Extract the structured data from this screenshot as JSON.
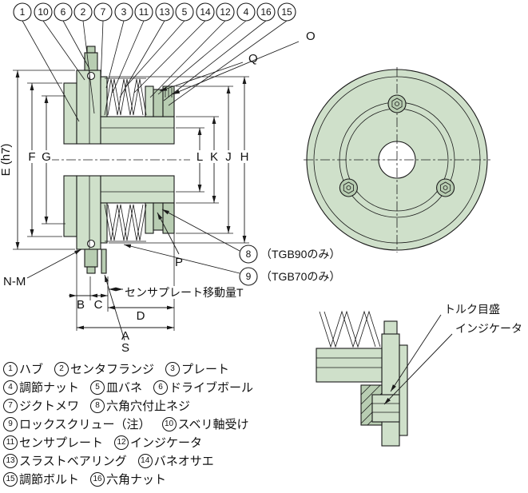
{
  "callouts": {
    "top": [
      "1",
      "10",
      "6",
      "2",
      "7",
      "3",
      "11",
      "13",
      "5",
      "14",
      "12",
      "4",
      "16",
      "15"
    ]
  },
  "dims": {
    "E": "E (h7)",
    "F": "F",
    "G": "G",
    "L": "L",
    "K": "K",
    "J": "J",
    "H": "H",
    "O": "O",
    "Q": "Q",
    "P": "P",
    "NM": "N-M",
    "B": "B",
    "C": "C",
    "D": "D",
    "A": "A",
    "S": "S",
    "T": "センサプレート移動量T"
  },
  "notes": {
    "n8_num": "8",
    "n8_text": "（TGB90のみ）",
    "n9_num": "9",
    "n9_text": "（TGB70のみ）"
  },
  "detail": {
    "torque_scale": "トルク目盛",
    "indicator": "インジケータ"
  },
  "legend": {
    "items": [
      {
        "num": "1",
        "label": "ハブ"
      },
      {
        "num": "2",
        "label": "センタフランジ"
      },
      {
        "num": "3",
        "label": "プレート"
      },
      {
        "num": "4",
        "label": "調節ナット"
      },
      {
        "num": "5",
        "label": "皿バネ"
      },
      {
        "num": "6",
        "label": "ドライブボール"
      },
      {
        "num": "7",
        "label": "ジクトメワ"
      },
      {
        "num": "8",
        "label": "六角穴付止ネジ"
      },
      {
        "num": "9",
        "label": "ロックスクリュー（注）"
      },
      {
        "num": "10",
        "label": "スベリ軸受け"
      },
      {
        "num": "11",
        "label": "センサプレート"
      },
      {
        "num": "12",
        "label": "インジケータ"
      },
      {
        "num": "13",
        "label": "スラストベアリング"
      },
      {
        "num": "14",
        "label": "バネオサエ"
      },
      {
        "num": "15",
        "label": "調節ボルト"
      },
      {
        "num": "16",
        "label": "六角ナット"
      }
    ]
  },
  "colors": {
    "part_fill": "#cfe0ca",
    "part_fill_dark": "#b8cdb2",
    "line": "#1a1a1a",
    "background": "#ffffff"
  }
}
